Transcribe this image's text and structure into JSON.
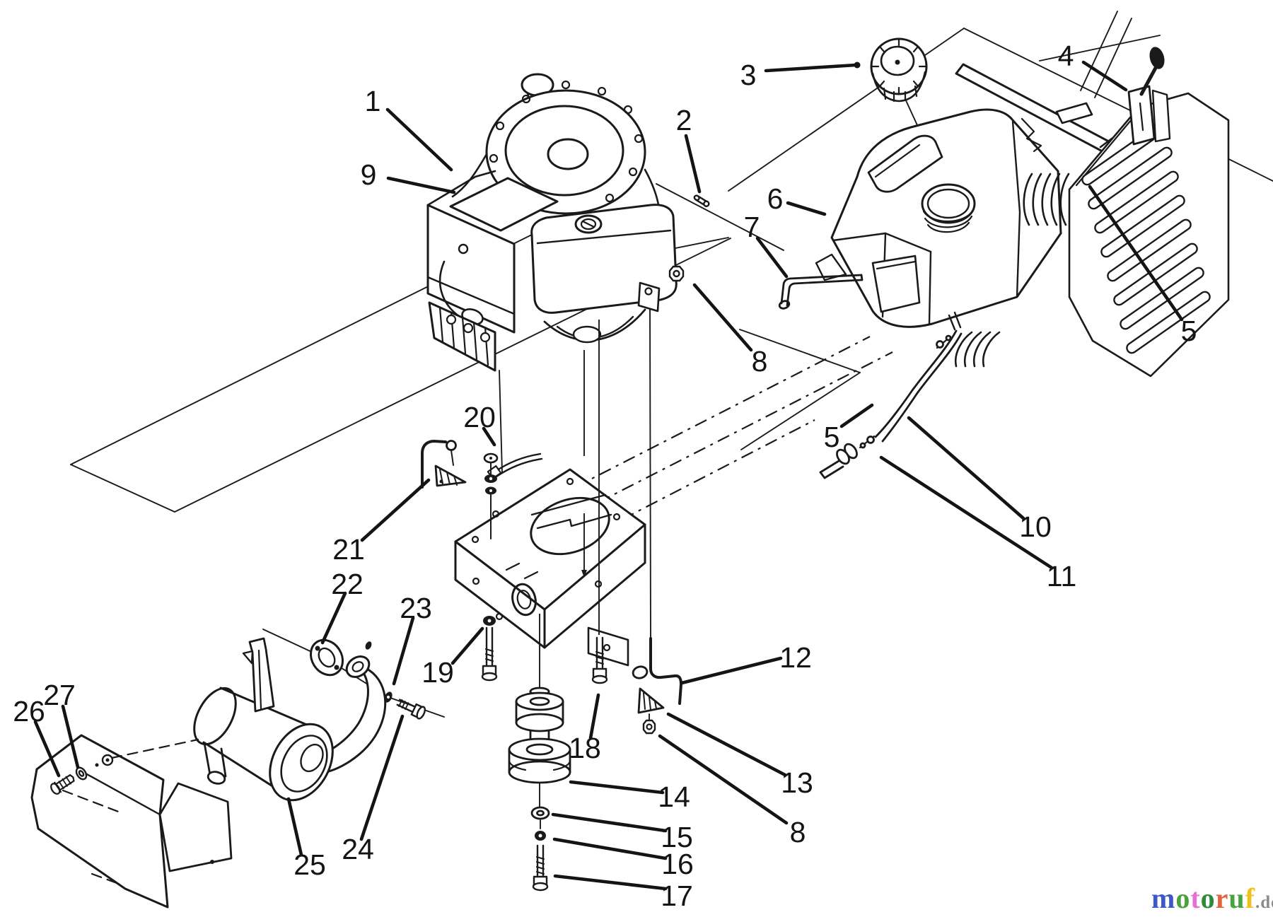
{
  "figure": {
    "type": "exploded-parts-diagram",
    "subject": "engine, fuel tank and muffler assembly"
  },
  "colors": {
    "background": "#ffffff",
    "line": "#1a1a1a"
  },
  "callouts": {
    "n1": "1",
    "n2": "2",
    "n3": "3",
    "n4": "4",
    "n5": "5",
    "n6": "6",
    "n7": "7",
    "n8": "8",
    "n9": "9",
    "n10": "10",
    "n11": "11",
    "n12": "12",
    "n13": "13",
    "n14": "14",
    "n15": "15",
    "n16": "16",
    "n17": "17",
    "n18": "18",
    "n19": "19",
    "n20": "20",
    "n21": "21",
    "n22": "22",
    "n23": "23",
    "n24": "24",
    "n25": "25",
    "n26": "26",
    "n27": "27"
  },
  "watermark": {
    "letters": [
      {
        "ch": "m",
        "color": "#3b5ac8"
      },
      {
        "ch": "o",
        "color": "#4aa23f"
      },
      {
        "ch": "t",
        "color": "#e66fd2"
      },
      {
        "ch": "o",
        "color": "#2c8c38"
      },
      {
        "ch": "r",
        "color": "#e2633c"
      },
      {
        "ch": "u",
        "color": "#47a53f"
      },
      {
        "ch": "f",
        "color": "#eec11e"
      }
    ],
    "suffix": ".de",
    "suffix_color": "#8b8b8b"
  }
}
